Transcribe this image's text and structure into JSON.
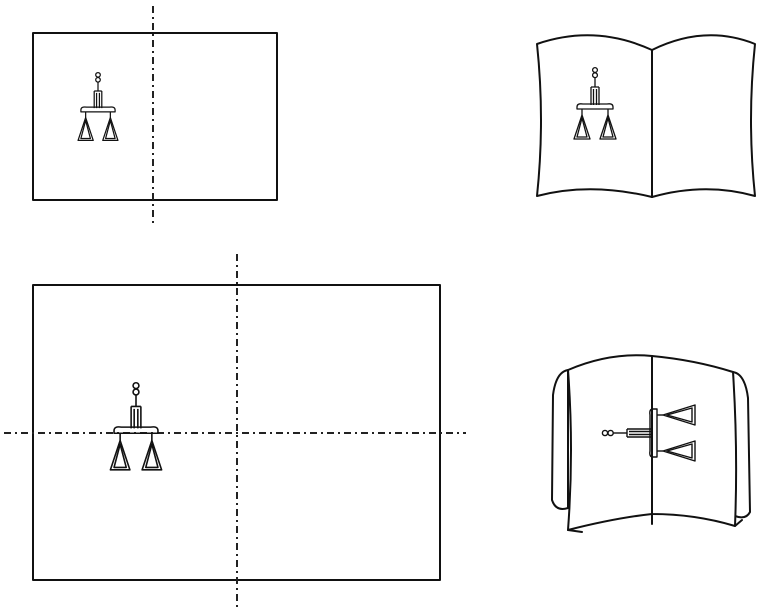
{
  "figure": {
    "panels": [
      {
        "id": "small-sheet",
        "kind": "flat-sheet",
        "fold_lines": [
          "vertical"
        ],
        "icon": "balance-scale-icon"
      },
      {
        "id": "open-book",
        "kind": "open-book",
        "icon": "balance-scale-icon"
      },
      {
        "id": "large-sheet",
        "kind": "flat-sheet",
        "fold_lines": [
          "vertical",
          "horizontal"
        ],
        "icon": "balance-scale-icon"
      },
      {
        "id": "folded-card",
        "kind": "standing-folded-card",
        "icon": "balance-scale-icon",
        "icon_orientation": "rotated"
      }
    ],
    "colors": {
      "line": "#111111",
      "background": "#ffffff"
    }
  }
}
